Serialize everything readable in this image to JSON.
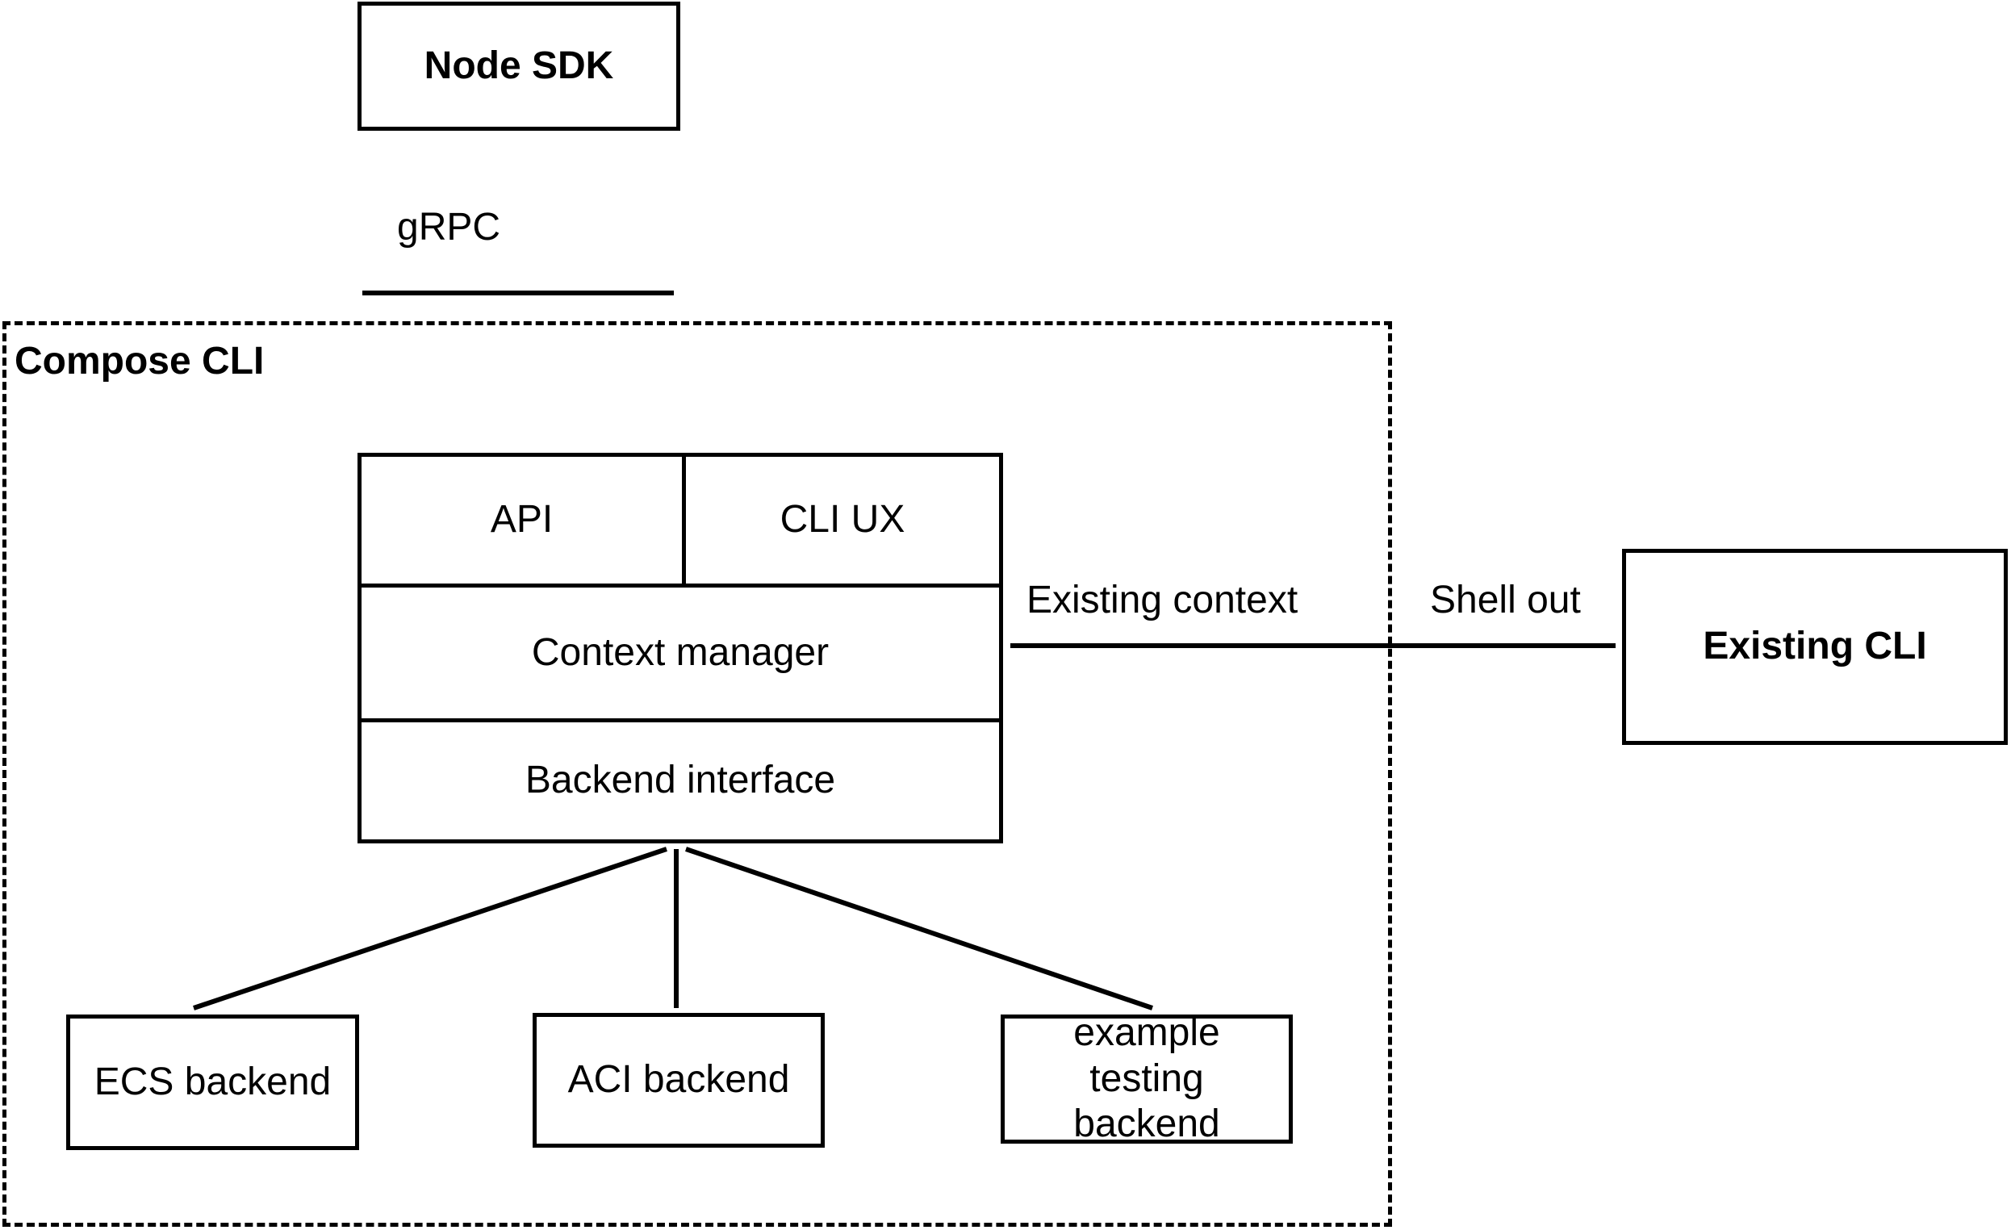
{
  "diagram": {
    "title": "Compose CLI architecture",
    "colors": {
      "stroke": "#000000",
      "fill": "#ffffff",
      "text": "#000000"
    },
    "container": {
      "label": "Compose CLI",
      "border_style": "dashed"
    },
    "nodes": {
      "node_sdk": {
        "label": "Node SDK",
        "bold": true
      },
      "existing_cli": {
        "label": "Existing CLI",
        "bold": true
      },
      "stack": {
        "api": {
          "label": "API",
          "bold": false
        },
        "cli_ux": {
          "label": "CLI UX",
          "bold": false
        },
        "context_manager": {
          "label": "Context manager",
          "bold": false
        },
        "backend_interface": {
          "label": "Backend interface",
          "bold": false
        }
      },
      "backends": [
        {
          "label": "ECS backend",
          "bold": false
        },
        {
          "label": "ACI backend",
          "bold": false
        },
        {
          "label": "example testing\nbackend",
          "line1": "example testing",
          "line2": "backend",
          "bold": false
        }
      ]
    },
    "edges": {
      "grpc": {
        "label": "gRPC",
        "direction": "bidirectional",
        "from": "node-sdk",
        "to": "cli-stack"
      },
      "existing_context": {
        "label": "Existing context",
        "direction": "to-context-manager",
        "from": "existing-cli",
        "to": "context-manager"
      },
      "shell_out": {
        "label": "Shell out",
        "direction": "to-existing-cli",
        "from": "context-manager",
        "to": "existing-cli"
      },
      "ecs": {
        "label": "",
        "direction": "bidirectional",
        "from": "backend-interface",
        "to": "ecs-backend"
      },
      "aci": {
        "label": "",
        "direction": "bidirectional",
        "from": "backend-interface",
        "to": "aci-backend"
      },
      "example": {
        "label": "",
        "direction": "bidirectional",
        "from": "backend-interface",
        "to": "example-testing-backend"
      }
    }
  }
}
